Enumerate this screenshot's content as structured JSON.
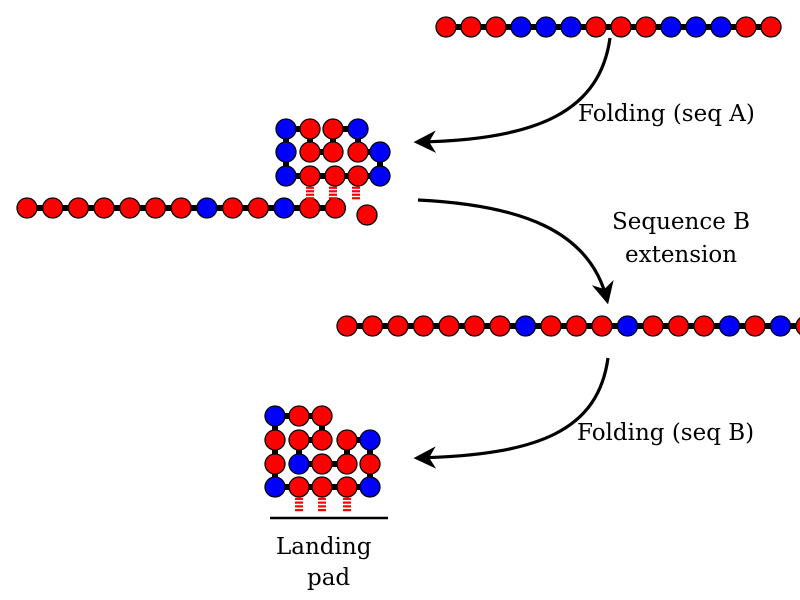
{
  "labels": {
    "folding_a": "Folding (seq A)",
    "ext_line1": "Sequence B",
    "ext_line2": "extension",
    "folding_b": "Folding (seq B)",
    "pad_line1": "Landing",
    "pad_line2": "pad"
  },
  "colors": {
    "red_bead": "#ff0000",
    "blue_bead": "#0000ff",
    "bond": "#000000",
    "hbond": "#ff0000"
  },
  "chains": {
    "seq_a": [
      "R",
      "R",
      "R",
      "B",
      "B",
      "B",
      "R",
      "R",
      "R",
      "B",
      "B",
      "B",
      "R",
      "R"
    ],
    "intermediate_tail": [
      "R",
      "R",
      "R",
      "R",
      "R",
      "R",
      "R",
      "B",
      "R",
      "R",
      "B",
      "R",
      "R"
    ],
    "seq_b": [
      "R",
      "R",
      "R",
      "R",
      "R",
      "R",
      "R",
      "B",
      "R",
      "R",
      "R",
      "B",
      "R",
      "R",
      "R",
      "B",
      "R",
      "B",
      "R"
    ]
  }
}
